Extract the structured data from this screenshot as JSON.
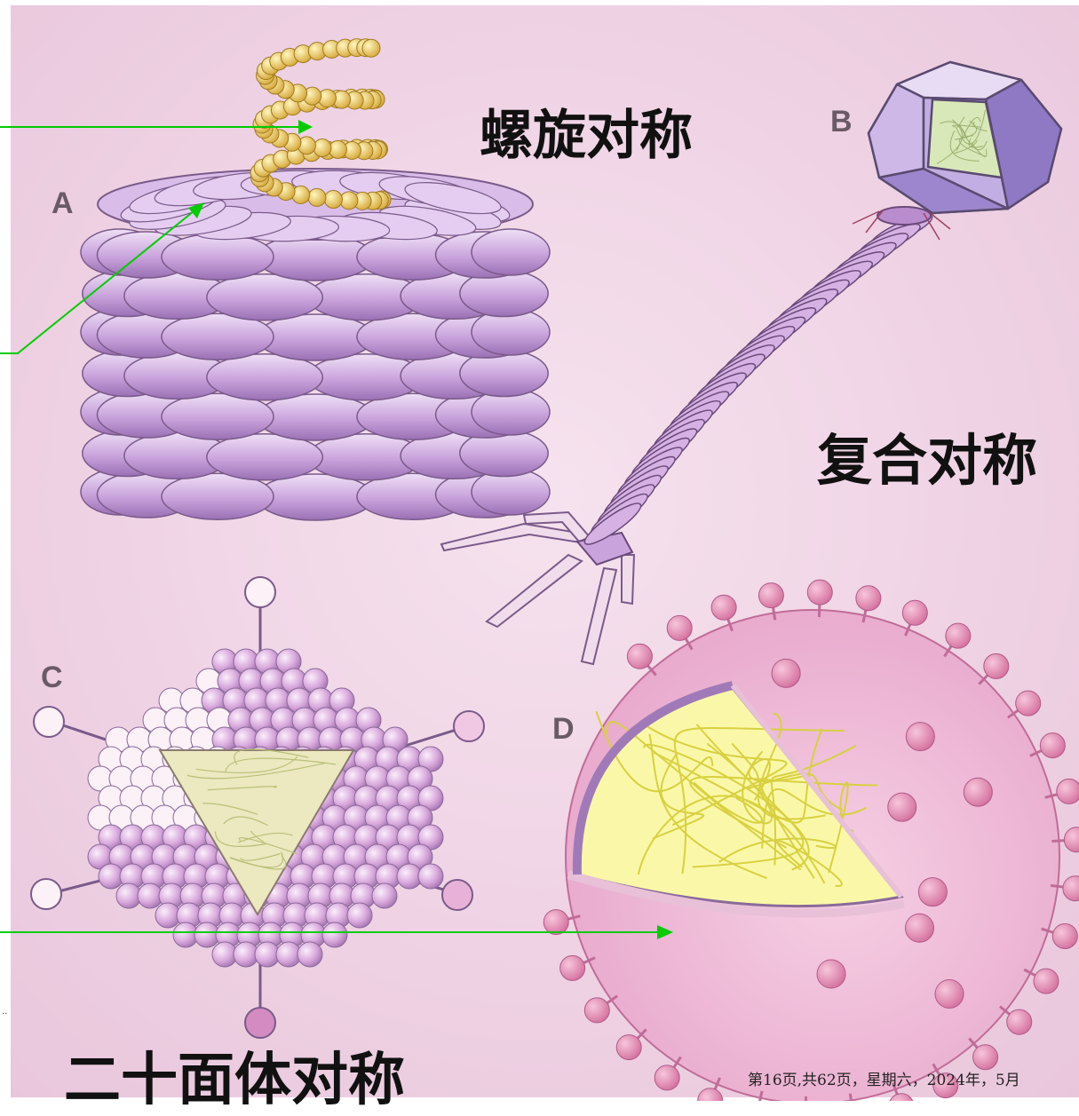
{
  "labels": {
    "helical": "螺旋对称",
    "complex": "复合对称",
    "icosahedral": "二十面体对称"
  },
  "panel_letters": {
    "a": "A",
    "b": "B",
    "c": "C",
    "d": "D"
  },
  "footer": "第16页,共62页，星期六，2024年，5月",
  "colors": {
    "background": "#f2d6e6",
    "capsomere": "#c9a3dc",
    "capsomere_edge": "#7a5a8a",
    "nucleic_acid": "#f0d070",
    "genome_fill": "#f4f08a",
    "envelope": "#e8a0c8",
    "spike": "#e07bb0",
    "arrow": "#00cc00"
  }
}
